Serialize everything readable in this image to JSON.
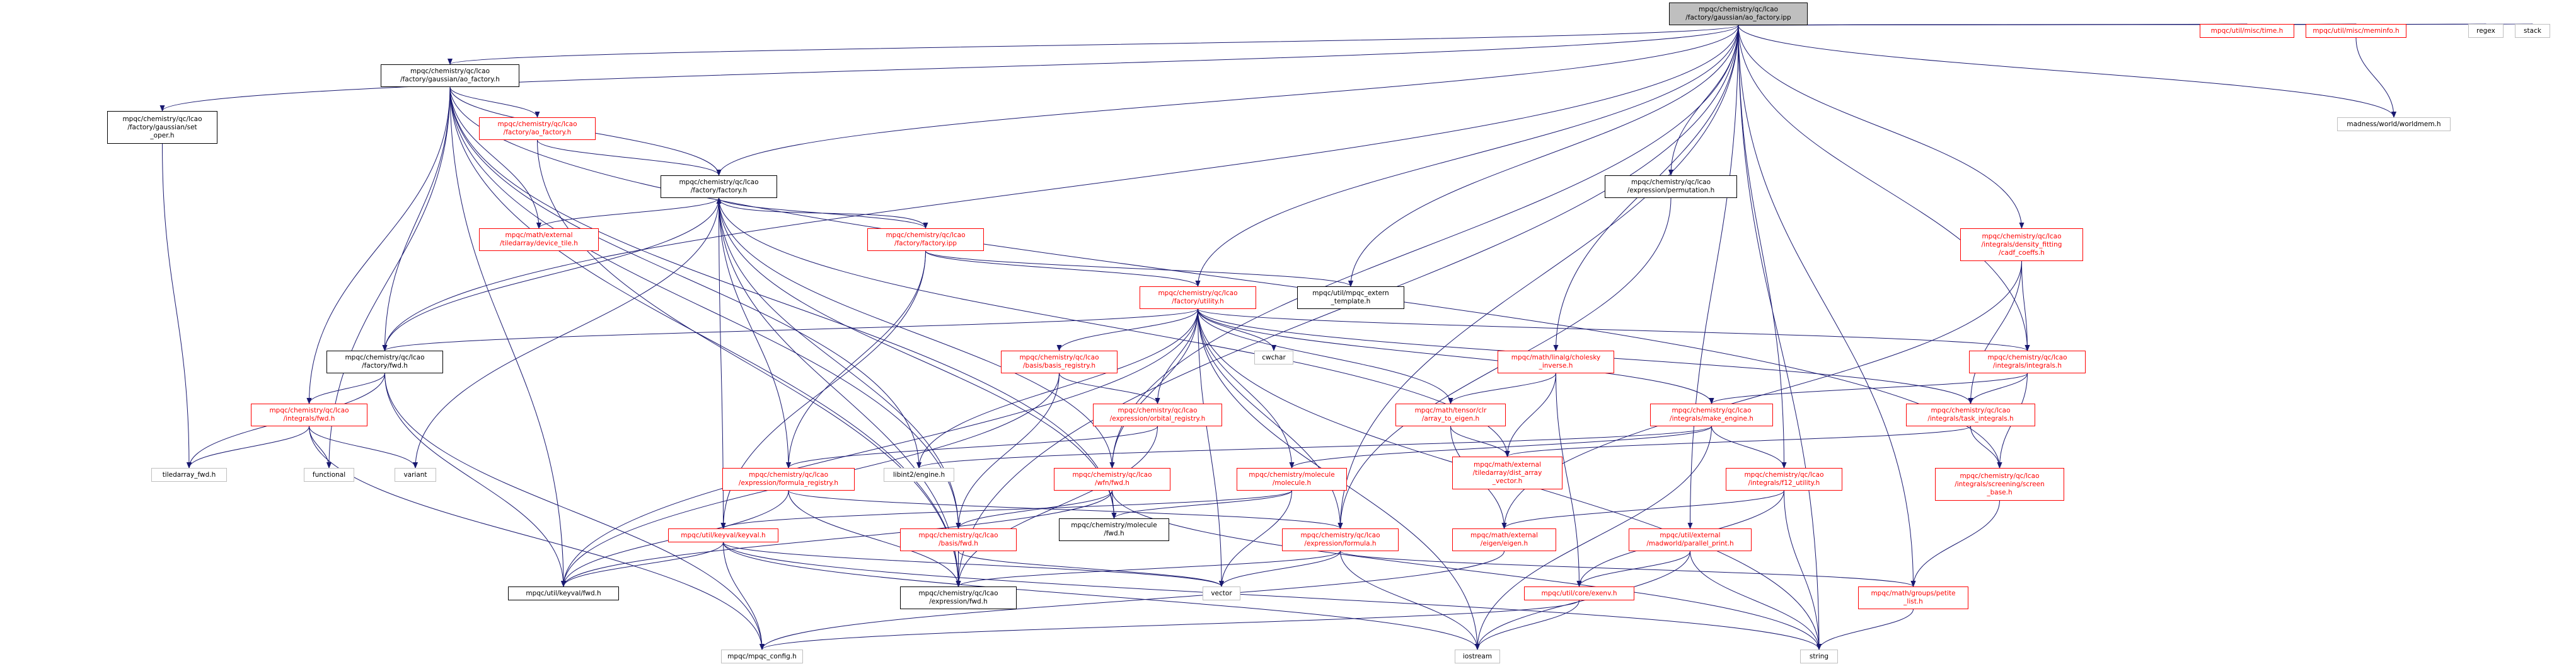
{
  "diagram": {
    "type": "include-dependency-graph",
    "colors": {
      "edge": "#191970",
      "node_border": "#000000",
      "unresolved_node_border": "#bfbfbf",
      "incomplete_node": "#ff0000",
      "root_fill": "#bfbfbf"
    },
    "nodes": {
      "aofactory_ipp": {
        "label": "mpqc/chemistry/qc/lcao\n/factory/gaussian/ao_factory.ipp",
        "style": "root"
      },
      "aofactory_h": {
        "label": "mpqc/chemistry/qc/lcao\n/factory/gaussian/ao_factory.h",
        "style": "normal"
      },
      "set_oper": {
        "label": "mpqc/chemistry/qc/lcao\n/factory/gaussian/set\n_oper.h",
        "style": "normal"
      },
      "ao_factory_h": {
        "label": "mpqc/chemistry/qc/lcao\n/factory/ao_factory.h",
        "style": "red"
      },
      "factory_h": {
        "label": "mpqc/chemistry/qc/lcao\n/factory/factory.h",
        "style": "normal"
      },
      "device_tile": {
        "label": "mpqc/math/external\n/tiledarray/device_tile.h",
        "style": "red"
      },
      "factory_ipp": {
        "label": "mpqc/chemistry/qc/lcao\n/factory/factory.ipp",
        "style": "red"
      },
      "mpqc_extern": {
        "label": "mpqc/util/mpqc_extern\n_template.h",
        "style": "normal"
      },
      "utility_h": {
        "label": "mpqc/chemistry/qc/lcao\n/factory/utility.h",
        "style": "red"
      },
      "factory_fwd": {
        "label": "mpqc/chemistry/qc/lcao\n/factory/fwd.h",
        "style": "normal"
      },
      "integrals_fwd": {
        "label": "mpqc/chemistry/qc/lcao\n/integrals/fwd.h",
        "style": "red"
      },
      "tiledarray_fwd": {
        "label": "tiledarray_fwd.h",
        "style": "gray"
      },
      "functional": {
        "label": "functional",
        "style": "gray"
      },
      "variant": {
        "label": "variant",
        "style": "gray"
      },
      "libint2_engine": {
        "label": "libint2/engine.h",
        "style": "gray"
      },
      "basis_registry": {
        "label": "mpqc/chemistry/qc/lcao\n/basis/basis_registry.h",
        "style": "red"
      },
      "orbital_registry": {
        "label": "mpqc/chemistry/qc/lcao\n/expression/orbital_registry.h",
        "style": "red"
      },
      "formula_registry": {
        "label": "mpqc/chemistry/qc/lcao\n/expression/formula_registry.h",
        "style": "red"
      },
      "wfn_fwd": {
        "label": "mpqc/chemistry/qc/lcao\n/wfn/fwd.h",
        "style": "red"
      },
      "molecule_h": {
        "label": "mpqc/chemistry/molecule\n/molecule.h",
        "style": "red"
      },
      "molecule_fwd": {
        "label": "mpqc/chemistry/molecule\n/fwd.h",
        "style": "normal"
      },
      "basis_fwd": {
        "label": "mpqc/chemistry/qc/lcao\n/basis/fwd.h",
        "style": "red"
      },
      "keyval_h": {
        "label": "mpqc/util/keyval/keyval.h",
        "style": "red"
      },
      "keyval_fwd": {
        "label": "mpqc/util/keyval/fwd.h",
        "style": "normal"
      },
      "expression_fwd": {
        "label": "mpqc/chemistry/qc/lcao\n/expression/fwd.h",
        "style": "normal"
      },
      "mpqc_config": {
        "label": "mpqc/mpqc_config.h",
        "style": "gray"
      },
      "cwchar": {
        "label": "cwchar",
        "style": "gray"
      },
      "vector": {
        "label": "vector",
        "style": "gray"
      },
      "iostream": {
        "label": "iostream",
        "style": "gray"
      },
      "string": {
        "label": "string",
        "style": "gray"
      },
      "cholesky_inv": {
        "label": "mpqc/math/linalg/cholesky\n_inverse.h",
        "style": "red"
      },
      "clr_to_eigen": {
        "label": "mpqc/math/tensor/clr\n/array_to_eigen.h",
        "style": "red"
      },
      "dist_array_vec": {
        "label": "mpqc/math/external\n/tiledarray/dist_array\n_vector.h",
        "style": "red"
      },
      "eigen_h": {
        "label": "mpqc/math/external\n/eigen/eigen.h",
        "style": "red"
      },
      "formula_h": {
        "label": "mpqc/chemistry/qc/lcao\n/expression/formula.h",
        "style": "red"
      },
      "permutation_h": {
        "label": "mpqc/chemistry/qc/lcao\n/expression/permutation.h",
        "style": "normal"
      },
      "make_engine": {
        "label": "mpqc/chemistry/qc/lcao\n/integrals/make_engine.h",
        "style": "red"
      },
      "f12_utility": {
        "label": "mpqc/chemistry/qc/lcao\n/integrals/f12_utility.h",
        "style": "red"
      },
      "parallel_print": {
        "label": "mpqc/util/external\n/madworld/parallel_print.h",
        "style": "red"
      },
      "exenv_h": {
        "label": "mpqc/util/core/exenv.h",
        "style": "red"
      },
      "petite_list": {
        "label": "mpqc/math/groups/petite\n_list.h",
        "style": "red"
      },
      "density_fitting": {
        "label": "mpqc/chemistry/qc/lcao\n/integrals/density_fitting\n/cadf_coeffs.h",
        "style": "red"
      },
      "integrals_h": {
        "label": "mpqc/chemistry/qc/lcao\n/integrals/integrals.h",
        "style": "red"
      },
      "task_integrals": {
        "label": "mpqc/chemistry/qc/lcao\n/integrals/task_integrals.h",
        "style": "red"
      },
      "screen_base": {
        "label": "mpqc/chemistry/qc/lcao\n/integrals/screening/screen\n_base.h",
        "style": "red"
      },
      "time_h": {
        "label": "mpqc/util/misc/time.h",
        "style": "red"
      },
      "meminfo_h": {
        "label": "mpqc/util/misc/meminfo.h",
        "style": "red"
      },
      "worldmem": {
        "label": "madness/world/worldmem.h",
        "style": "gray"
      },
      "regex": {
        "label": "regex",
        "style": "gray"
      },
      "stack": {
        "label": "stack",
        "style": "gray"
      }
    },
    "edges": [
      [
        "aofactory_ipp",
        "aofactory_h"
      ],
      [
        "aofactory_ipp",
        "set_oper"
      ],
      [
        "aofactory_ipp",
        "factory_h"
      ],
      [
        "aofactory_ipp",
        "factory_fwd"
      ],
      [
        "aofactory_ipp",
        "utility_h"
      ],
      [
        "aofactory_ipp",
        "mpqc_extern"
      ],
      [
        "aofactory_ipp",
        "wfn_fwd"
      ],
      [
        "aofactory_ipp",
        "formula_h"
      ],
      [
        "aofactory_ipp",
        "cholesky_inv"
      ],
      [
        "aofactory_ipp",
        "permutation_h"
      ],
      [
        "aofactory_ipp",
        "parallel_print"
      ],
      [
        "aofactory_ipp",
        "f12_utility"
      ],
      [
        "aofactory_ipp",
        "density_fitting"
      ],
      [
        "aofactory_ipp",
        "integrals_h"
      ],
      [
        "aofactory_ipp",
        "petite_list"
      ],
      [
        "aofactory_ipp",
        "time_h"
      ],
      [
        "aofactory_ipp",
        "meminfo_h"
      ],
      [
        "aofactory_ipp",
        "worldmem"
      ],
      [
        "aofactory_ipp",
        "regex"
      ],
      [
        "aofactory_ipp",
        "stack"
      ],
      [
        "aofactory_ipp",
        "string"
      ],
      [
        "aofactory_ipp",
        "expression_fwd"
      ],
      [
        "aofactory_h",
        "ao_factory_h"
      ],
      [
        "aofactory_h",
        "factory_h"
      ],
      [
        "aofactory_h",
        "device_tile"
      ],
      [
        "aofactory_h",
        "factory_fwd"
      ],
      [
        "aofactory_h",
        "integrals_fwd"
      ],
      [
        "aofactory_h",
        "functional"
      ],
      [
        "aofactory_h",
        "keyval_fwd"
      ],
      [
        "aofactory_h",
        "libint2_engine"
      ],
      [
        "aofactory_h",
        "basis_fwd"
      ],
      [
        "aofactory_h",
        "screen_base"
      ],
      [
        "aofactory_h",
        "molecule_fwd"
      ],
      [
        "aofactory_h",
        "expression_fwd"
      ],
      [
        "set_oper",
        "tiledarray_fwd"
      ],
      [
        "ao_factory_h",
        "factory_h"
      ],
      [
        "ao_factory_h",
        "expression_fwd"
      ],
      [
        "factory_h",
        "device_tile"
      ],
      [
        "factory_h",
        "factory_ipp"
      ],
      [
        "factory_h",
        "factory_fwd"
      ],
      [
        "factory_h",
        "variant"
      ],
      [
        "factory_h",
        "formula_registry"
      ],
      [
        "factory_h",
        "wfn_fwd"
      ],
      [
        "factory_h",
        "molecule_fwd"
      ],
      [
        "factory_h",
        "basis_fwd"
      ],
      [
        "factory_h",
        "keyval_h"
      ],
      [
        "factory_h",
        "expression_fwd"
      ],
      [
        "factory_h",
        "dist_array_vec"
      ],
      [
        "factory_ipp",
        "factory_h"
      ],
      [
        "factory_ipp",
        "utility_h"
      ],
      [
        "factory_ipp",
        "mpqc_extern"
      ],
      [
        "factory_ipp",
        "formula_registry"
      ],
      [
        "factory_ipp",
        "keyval_h"
      ],
      [
        "utility_h",
        "factory_fwd"
      ],
      [
        "utility_h",
        "basis_registry"
      ],
      [
        "utility_h",
        "orbital_registry"
      ],
      [
        "utility_h",
        "libint2_engine"
      ],
      [
        "utility_h",
        "cwchar"
      ],
      [
        "utility_h",
        "vector"
      ],
      [
        "utility_h",
        "iostream"
      ],
      [
        "utility_h",
        "string"
      ],
      [
        "utility_h",
        "molecule_h"
      ],
      [
        "utility_h",
        "clr_to_eigen"
      ],
      [
        "utility_h",
        "formula_h"
      ],
      [
        "utility_h",
        "make_engine"
      ],
      [
        "utility_h",
        "task_integrals"
      ],
      [
        "utility_h",
        "integrals_h"
      ],
      [
        "utility_h",
        "wfn_fwd"
      ],
      [
        "utility_h",
        "keyval_fwd"
      ],
      [
        "factory_fwd",
        "integrals_fwd"
      ],
      [
        "factory_fwd",
        "tiledarray_fwd"
      ],
      [
        "factory_fwd",
        "keyval_fwd"
      ],
      [
        "factory_fwd",
        "mpqc_config"
      ],
      [
        "integrals_fwd",
        "tiledarray_fwd"
      ],
      [
        "integrals_fwd",
        "functional"
      ],
      [
        "integrals_fwd",
        "variant"
      ],
      [
        "integrals_fwd",
        "mpqc_config"
      ],
      [
        "basis_registry",
        "orbital_registry"
      ],
      [
        "basis_registry",
        "basis_fwd"
      ],
      [
        "basis_registry",
        "keyval_fwd"
      ],
      [
        "orbital_registry",
        "formula_registry"
      ],
      [
        "orbital_registry",
        "expression_fwd"
      ],
      [
        "formula_registry",
        "formula_h"
      ],
      [
        "formula_registry",
        "keyval_fwd"
      ],
      [
        "formula_registry",
        "expression_fwd"
      ],
      [
        "wfn_fwd",
        "basis_fwd"
      ],
      [
        "wfn_fwd",
        "molecule_fwd"
      ],
      [
        "wfn_fwd",
        "keyval_fwd"
      ],
      [
        "wfn_fwd",
        "string"
      ],
      [
        "molecule_h",
        "molecule_fwd"
      ],
      [
        "molecule_h",
        "vector"
      ],
      [
        "molecule_h",
        "keyval_h"
      ],
      [
        "basis_fwd",
        "vector"
      ],
      [
        "basis_fwd",
        "expression_fwd"
      ],
      [
        "keyval_h",
        "keyval_fwd"
      ],
      [
        "keyval_h",
        "mpqc_config"
      ],
      [
        "keyval_h",
        "iostream"
      ],
      [
        "keyval_h",
        "string"
      ],
      [
        "keyval_h",
        "vector"
      ],
      [
        "cholesky_inv",
        "clr_to_eigen"
      ],
      [
        "cholesky_inv",
        "dist_array_vec"
      ],
      [
        "cholesky_inv",
        "exenv_h"
      ],
      [
        "clr_to_eigen",
        "eigen_h"
      ],
      [
        "clr_to_eigen",
        "dist_array_vec"
      ],
      [
        "eigen_h",
        "mpqc_config"
      ],
      [
        "formula_h",
        "vector"
      ],
      [
        "formula_h",
        "iostream"
      ],
      [
        "formula_h",
        "petite_list"
      ],
      [
        "formula_h",
        "expression_fwd"
      ],
      [
        "permutation_h",
        "formula_h"
      ],
      [
        "make_engine",
        "libint2_engine"
      ],
      [
        "make_engine",
        "f12_utility"
      ],
      [
        "make_engine",
        "molecule_h"
      ],
      [
        "make_engine",
        "iostream"
      ],
      [
        "f12_utility",
        "eigen_h"
      ],
      [
        "f12_utility",
        "string"
      ],
      [
        "f12_utility",
        "exenv_h"
      ],
      [
        "parallel_print",
        "exenv_h"
      ],
      [
        "parallel_print",
        "iostream"
      ],
      [
        "parallel_print",
        "string"
      ],
      [
        "exenv_h",
        "mpqc_config"
      ],
      [
        "exenv_h",
        "iostream"
      ],
      [
        "petite_list",
        "string"
      ],
      [
        "density_fitting",
        "integrals_h"
      ],
      [
        "density_fitting",
        "task_integrals"
      ],
      [
        "density_fitting",
        "eigen_h"
      ],
      [
        "integrals_h",
        "make_engine"
      ],
      [
        "integrals_h",
        "task_integrals"
      ],
      [
        "integrals_h",
        "screen_base"
      ],
      [
        "task_integrals",
        "screen_base"
      ],
      [
        "task_integrals",
        "dist_array_vec"
      ],
      [
        "screen_base",
        "petite_list"
      ],
      [
        "meminfo_h",
        "worldmem"
      ]
    ]
  }
}
